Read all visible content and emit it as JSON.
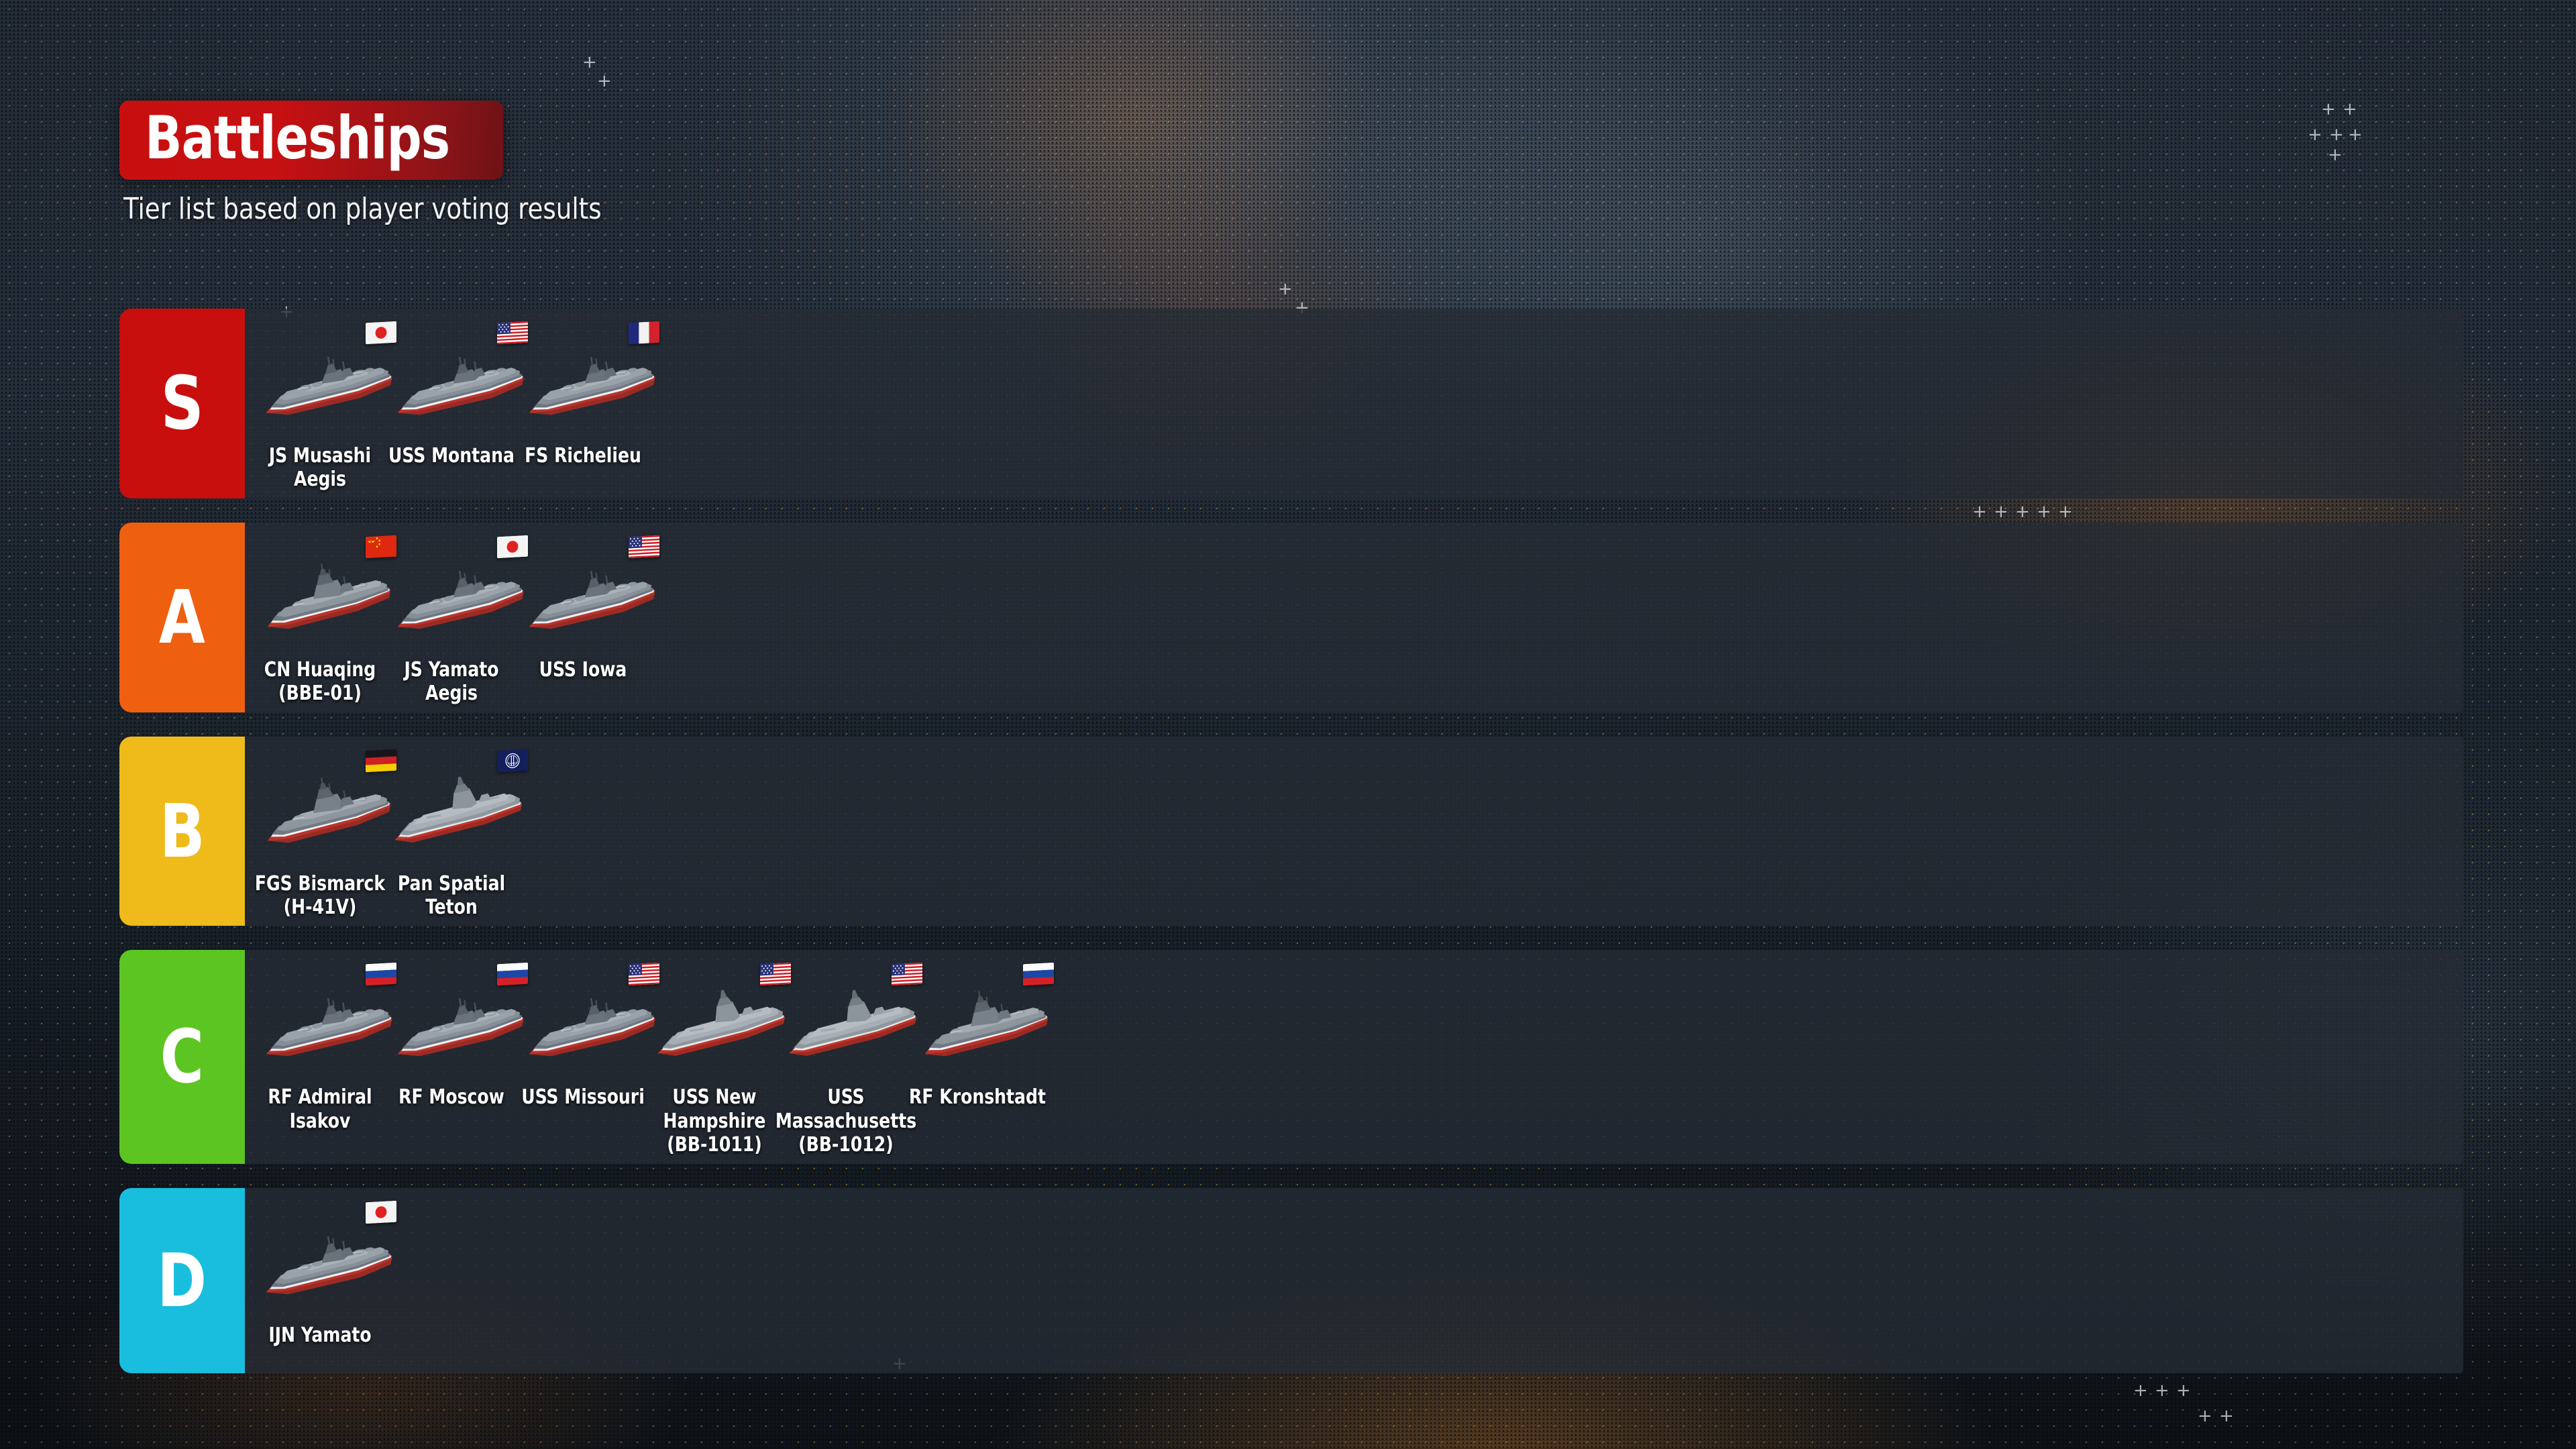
{
  "header": {
    "title": "Battleships",
    "subtitle": "Tier list based on player voting results",
    "title_bg_color": "#c80f10"
  },
  "tiers": [
    {
      "label": "S",
      "color": "#c90e0e",
      "ships": [
        {
          "name": "JS Musashi Aegis",
          "flag": "japan",
          "hull": "classic"
        },
        {
          "name": "USS Montana",
          "flag": "usa",
          "hull": "classic"
        },
        {
          "name": "FS Richelieu",
          "flag": "france",
          "hull": "classic"
        }
      ]
    },
    {
      "label": "A",
      "color": "#ef5f10",
      "ships": [
        {
          "name": "CN Huaqing (BBE-01)",
          "flag": "china",
          "hull": "modern"
        },
        {
          "name": "JS Yamato Aegis",
          "flag": "japan",
          "hull": "classic"
        },
        {
          "name": "USS Iowa",
          "flag": "usa",
          "hull": "classic"
        }
      ]
    },
    {
      "label": "B",
      "color": "#efbb1b",
      "ships": [
        {
          "name": "FGS Bismarck\n(H-41V)",
          "flag": "germany",
          "hull": "modern"
        },
        {
          "name": "Pan Spatial\nTeton",
          "flag": "panspatial",
          "hull": "stealth"
        }
      ]
    },
    {
      "label": "C",
      "color": "#5cc522",
      "ships": [
        {
          "name": "RF Admiral Isakov",
          "flag": "russia",
          "hull": "classic"
        },
        {
          "name": "RF Moscow",
          "flag": "russia",
          "hull": "classic"
        },
        {
          "name": "USS Missouri",
          "flag": "usa",
          "hull": "classic"
        },
        {
          "name": "USS New Hampshire\n(BB-1011)",
          "flag": "usa",
          "hull": "stealth"
        },
        {
          "name": "USS Massachusetts\n(BB-1012)",
          "flag": "usa",
          "hull": "stealth"
        },
        {
          "name": "RF Kronshtadt",
          "flag": "russia",
          "hull": "modern"
        }
      ]
    },
    {
      "label": "D",
      "color": "#19bede",
      "ships": [
        {
          "name": "IJN Yamato",
          "flag": "japan",
          "hull": "classic"
        }
      ]
    }
  ]
}
